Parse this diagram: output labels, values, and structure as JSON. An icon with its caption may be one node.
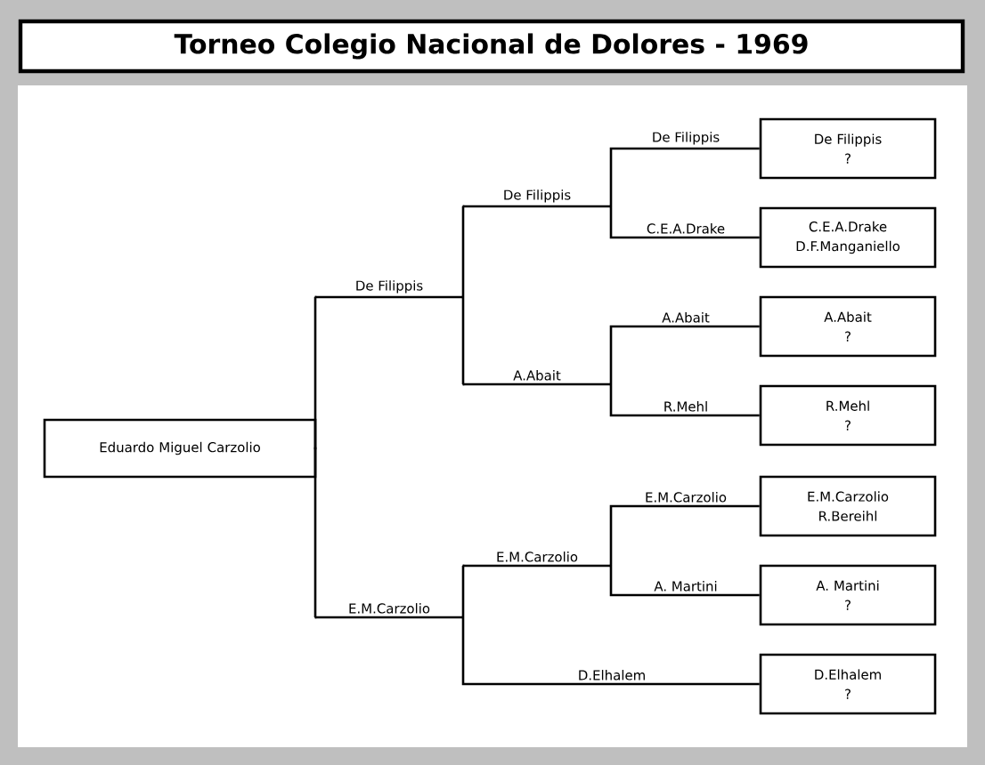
{
  "diagram": {
    "title": "Torneo Colegio Nacional de Dolores - 1969",
    "nodes": [
      {
        "text": [
          "Eduardo Miguel Carzolio"
        ]
      },
      {
        "text": [
          "De Filippis"
        ]
      },
      {
        "text": [
          "De Filippis"
        ]
      },
      {
        "text": [
          "De Filippis",
          "?"
        ]
      },
      {
        "text": [
          "C.E.A.Drake",
          "D.F.Manganiello"
        ]
      },
      {
        "text": [
          "A.Abait"
        ]
      },
      {
        "text": [
          "A.Abait",
          "?"
        ]
      },
      {
        "text": [
          "R.Mehl",
          "?"
        ]
      },
      {
        "text": [
          "E.M.Carzolio"
        ]
      },
      {
        "text": [
          "E.M.Carzolio"
        ]
      },
      {
        "text": [
          "E.M.Carzolio",
          "R.Bereihl"
        ]
      },
      {
        "text": [
          "A. Martini",
          "?"
        ]
      },
      {
        "text": [
          "D.Elhalem",
          "?"
        ]
      }
    ],
    "edges": [
      {
        "from": 1,
        "to": 0,
        "arrow": "none"
      },
      {
        "from": 8,
        "to": 0,
        "arrow": "none"
      },
      {
        "from": 2,
        "to": 1,
        "arrow": "none"
      },
      {
        "from": 5,
        "to": 1,
        "arrow": "none"
      },
      {
        "from": 3,
        "to": 2,
        "arrow": "none",
        "label": "De Filippis"
      },
      {
        "from": 4,
        "to": 2,
        "arrow": "none",
        "label": "C.E.A.Drake"
      },
      {
        "from": 6,
        "to": 5,
        "arrow": "none",
        "label": "A.Abait"
      },
      {
        "from": 7,
        "to": 5,
        "arrow": "none",
        "label": "R.Mehl"
      },
      {
        "from": 9,
        "to": 8,
        "arrow": "none"
      },
      {
        "from": 12,
        "to": 8,
        "arrow": "none",
        "label": "D.Elhalem"
      },
      {
        "from": 10,
        "to": 9,
        "arrow": "none",
        "label": "E.M.Carzolio"
      },
      {
        "from": 11,
        "to": 9,
        "arrow": "none",
        "label": "A. Martini"
      }
    ]
  }
}
